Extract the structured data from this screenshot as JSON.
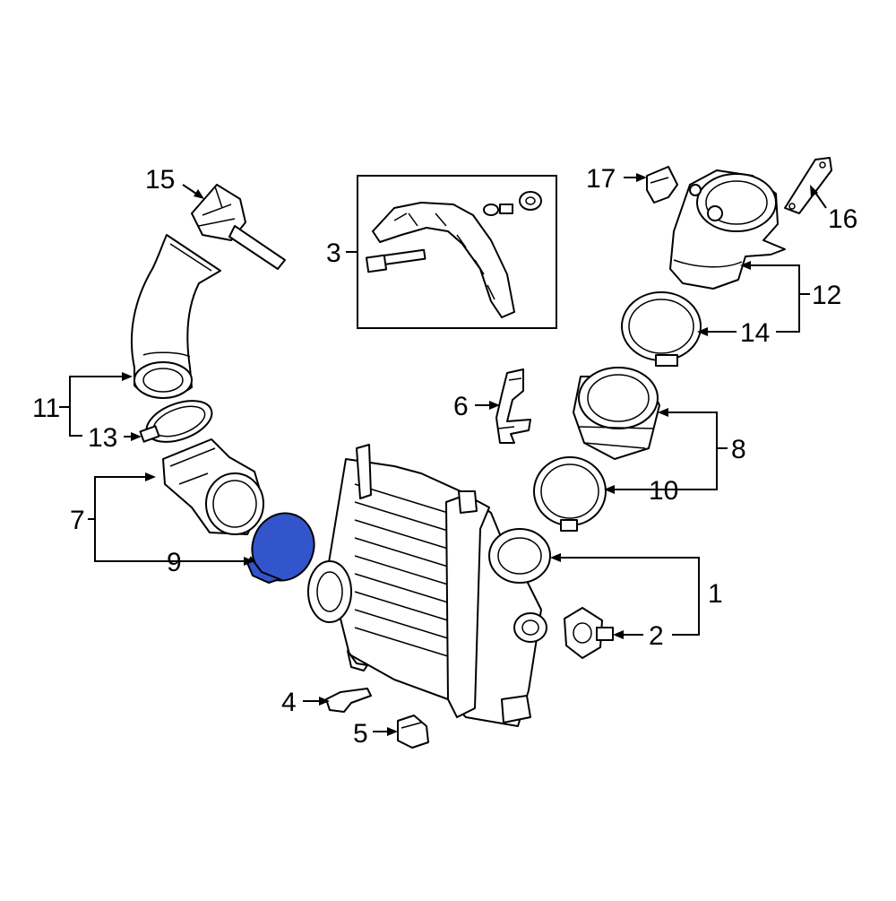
{
  "diagram": {
    "highlight_color": "#3355cc",
    "highlighted_part": "9",
    "callouts": {
      "c1": "1",
      "c2": "2",
      "c3": "3",
      "c4": "4",
      "c5": "5",
      "c6": "6",
      "c7": "7",
      "c8": "8",
      "c9": "9",
      "c10": "10",
      "c11": "11",
      "c12": "12",
      "c13": "13",
      "c14": "14",
      "c15": "15",
      "c16": "16",
      "c17": "17"
    }
  }
}
